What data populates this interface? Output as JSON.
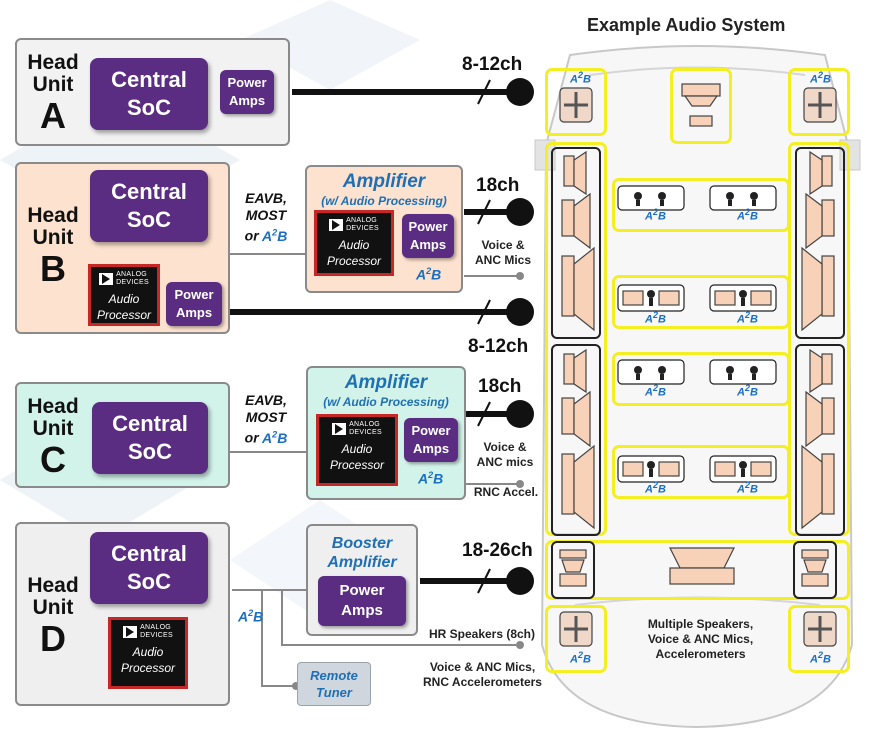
{
  "title": "Example Audio System",
  "head_units": [
    {
      "label": "Head Unit",
      "letter": "A"
    },
    {
      "label": "Head Unit",
      "letter": "B"
    },
    {
      "label": "Head Unit",
      "letter": "C"
    },
    {
      "label": "Head Unit",
      "letter": "D"
    }
  ],
  "central_soc": {
    "line1": "Central",
    "line2": "SoC"
  },
  "power_amps": {
    "line1": "Power",
    "line2": "Amps"
  },
  "audio_processor": {
    "brand1": "ANALOG",
    "brand2": "DEVICES",
    "line1": "Audio",
    "line2": "Processor"
  },
  "amplifier": {
    "title": "Amplifier",
    "subtitle": "(w/ Audio Processing)"
  },
  "booster": {
    "line1": "Booster",
    "line2": "Amplifier"
  },
  "link_options": {
    "line1": "EAVB,",
    "line2": "MOST",
    "line3": "or"
  },
  "a2b": {
    "label": "A",
    "sup": "2",
    "suffix": "B"
  },
  "channels": {
    "a": "8-12ch",
    "b_amp": "18ch",
    "b_direct": "8-12ch",
    "c": "18ch",
    "d": "18-26ch"
  },
  "notes": {
    "b_mics": [
      "Voice &",
      "ANC Mics"
    ],
    "c_mics": [
      "Voice &",
      "ANC mics"
    ],
    "c_accel": "RNC Accel.",
    "d_hr": "HR Speakers (8ch)",
    "d_mics": [
      "Voice & ANC Mics,",
      "RNC Accelerometers"
    ]
  },
  "remote_tuner": {
    "line1": "Remote",
    "line2": "Tuner"
  },
  "car_caption": [
    "Multiple Speakers,",
    "Voice & ANC Mics,",
    "Accelerometers"
  ],
  "colors": {
    "purple": "#5b2d82",
    "head_unit_a": "#f2f2f2",
    "head_unit_b": "#fde3cf",
    "head_unit_c": "#d2f3ea",
    "head_unit_d": "#efefef",
    "a2b_blue": "#1b6fc2",
    "highlight_yellow": "#f4ef22",
    "speaker_fill": "#f7d2b8"
  }
}
